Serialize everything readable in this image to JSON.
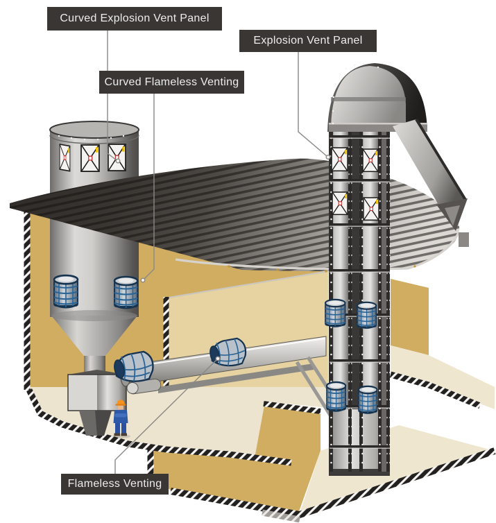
{
  "diagram_type": "explosion-protection-system-cutaway-illustration",
  "labels": [
    {
      "id": "curved-explosion-vent-panel",
      "text": "Curved Explosion Vent Panel"
    },
    {
      "id": "explosion-vent-panel",
      "text": "Explosion Vent Panel"
    },
    {
      "id": "curved-flameless-venting",
      "text": "Curved Flameless Venting"
    },
    {
      "id": "flameless-venting",
      "text": "Flameless Venting"
    }
  ],
  "colors": {
    "label_bg": "#393634",
    "label_text": "#ededed",
    "wall_tan": "#d1ad62",
    "wall_tan_light": "#e7d3a1",
    "floor_cream": "#ece4cf",
    "floor_cream_light": "#efe6d0",
    "roof_dark": "#2f2c29",
    "roof_light": "#d5d2ce",
    "metal_light": "#dcdad7",
    "metal_dark": "#4a4846",
    "vent_navy": "#16334f",
    "vent_blue": "#2a6496",
    "hatch_dark": "#232120",
    "hatch_stripe": "#f5f4f2",
    "helmet_orange": "#f6921e",
    "suit_blue": "#2d59a8",
    "leader_gray": "#8a8885",
    "panel_red": "#c7312f",
    "panel_yellow": "#f0c000",
    "eave_dot": "#c8962e"
  }
}
